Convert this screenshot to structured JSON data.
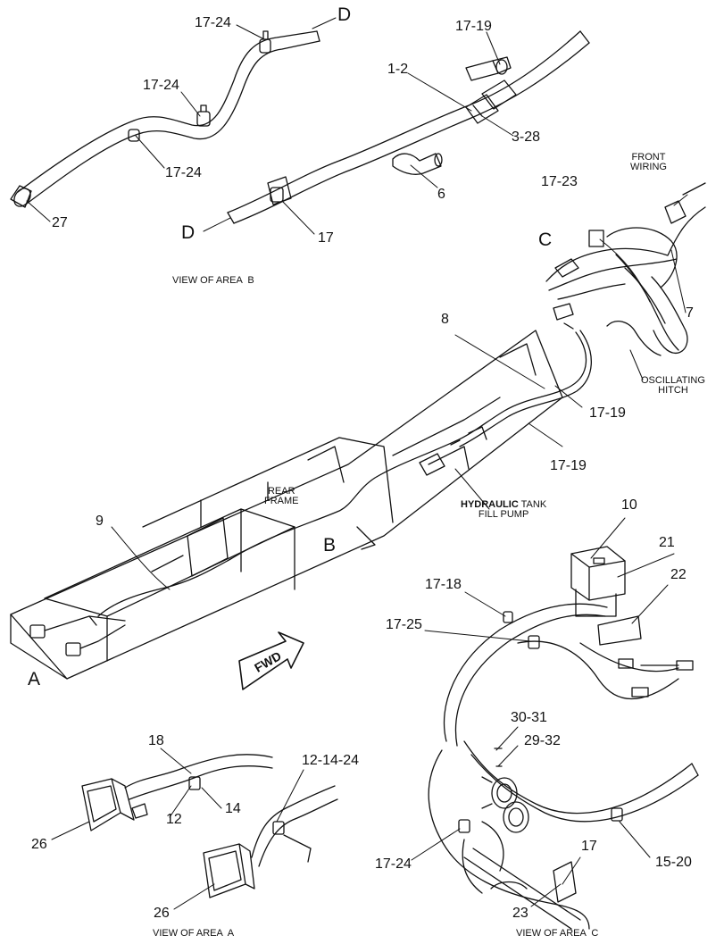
{
  "views": {
    "area_b": "VIEW OF AREA  B",
    "area_a": "VIEW OF AREA  A",
    "area_c": "VIEW OF AREA  C"
  },
  "area_markers": {
    "a": "A",
    "b": "B",
    "c": "C",
    "d_top": "D",
    "d_bottom": "D"
  },
  "notes": {
    "front_wiring": "FRONT\nWIRING",
    "oscillating_hitch": "OSCILLATING\nHITCH",
    "rear_frame": "REAR\nFRAME",
    "hydraulic_tank_prefix": "HYDRAULIC",
    "hydraulic_tank_rest": " TANK\nFILL PUMP",
    "fwd": "FWD"
  },
  "callouts": {
    "c_17_24_top": "17-24",
    "c_17_24_mid": "17-24",
    "c_17_24_low": "17-24",
    "c_27": "27",
    "c_17": "17",
    "c_6": "6",
    "c_1_2": "1-2",
    "c_3_28": "3-28",
    "c_17_19_top": "17-19",
    "c_17_23": "17-23",
    "c_7": "7",
    "c_8": "8",
    "c_17_19_mid": "17-19",
    "c_17_19_low": "17-19",
    "c_9": "9",
    "c_10": "10",
    "c_21": "21",
    "c_22": "22",
    "c_17_18": "17-18",
    "c_17_25": "17-25",
    "c_30_31": "30-31",
    "c_29_32": "29-32",
    "c_17_24_c": "17-24",
    "c_17_c": "17",
    "c_15_20": "15-20",
    "c_23": "23",
    "c_18": "18",
    "c_12": "12",
    "c_14": "14",
    "c_12_14_24": "12-14-24",
    "c_26_a": "26",
    "c_26_b": "26"
  }
}
